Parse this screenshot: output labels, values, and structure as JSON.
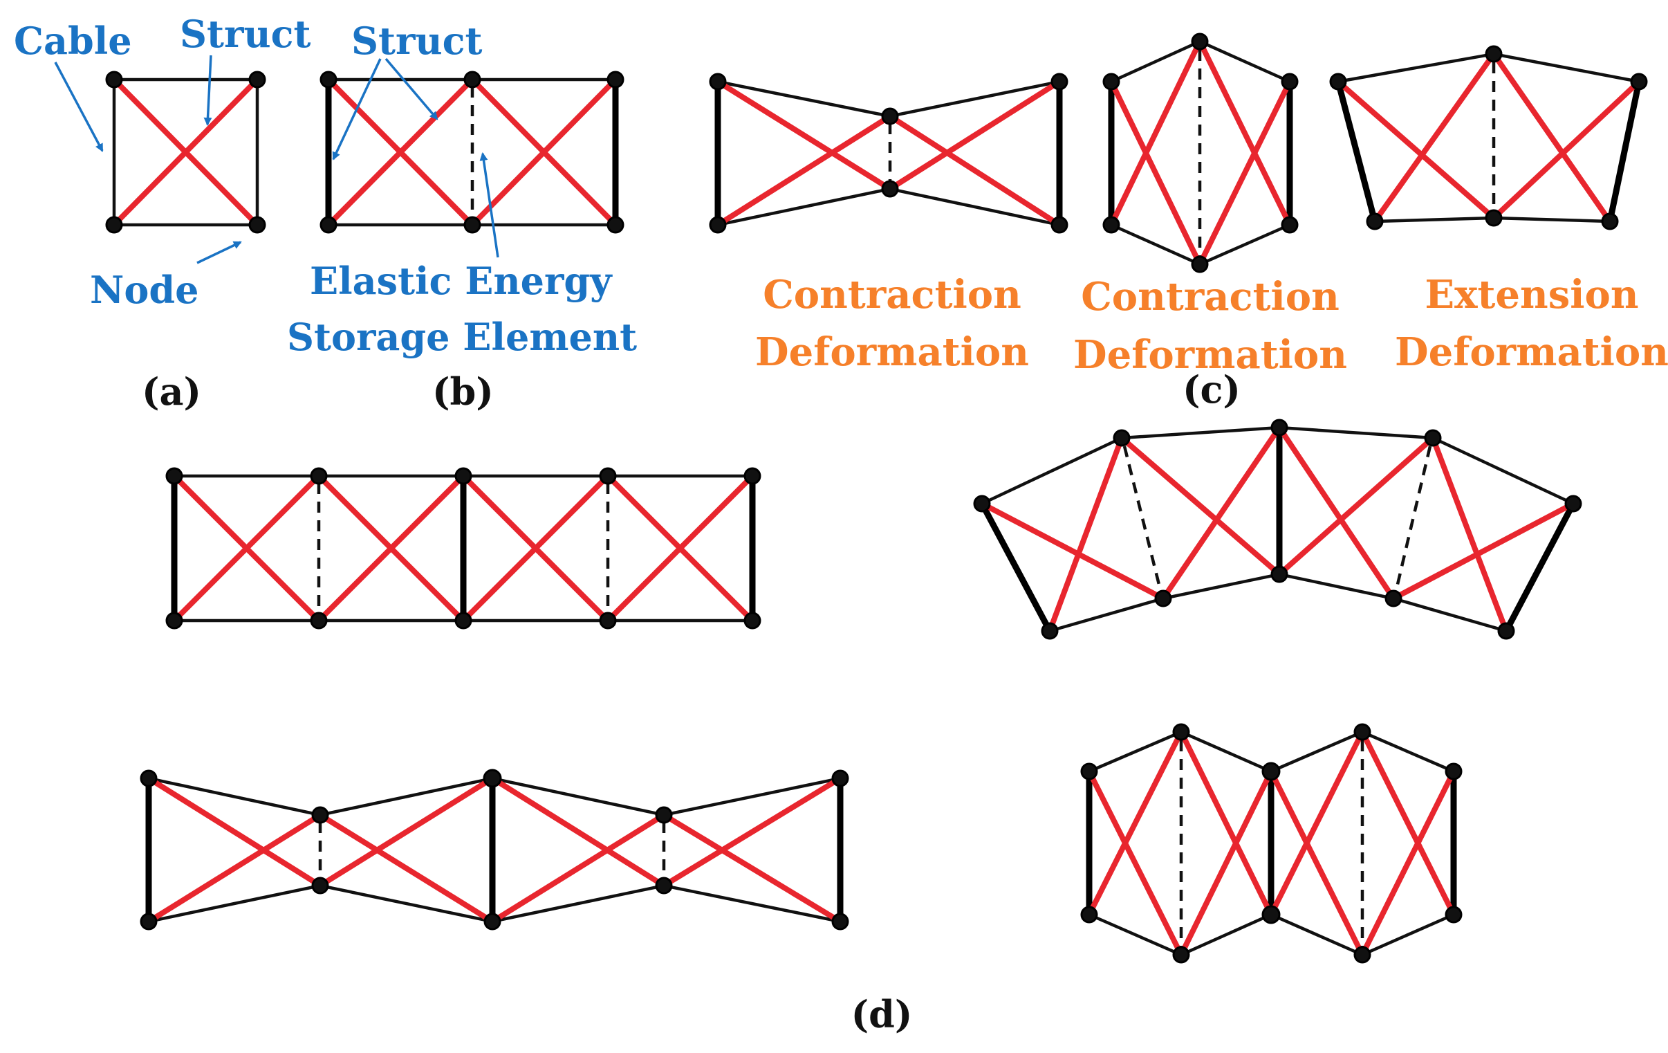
{
  "labels": {
    "cable": "Cable",
    "struct_a": "Struct",
    "node": "Node",
    "struct_b": "Struct",
    "elastic_line1": "Elastic Energy",
    "elastic_line2": "Storage Element"
  },
  "deformations": [
    {
      "line1": "Contraction",
      "line2": "Deformation"
    },
    {
      "line1": "Contraction",
      "line2": "Deformation"
    },
    {
      "line1": "Extension",
      "line2": "Deformation"
    }
  ],
  "panels": {
    "a": "(a)",
    "b": "(b)",
    "c": "(c)",
    "d": "(d)"
  },
  "colors": {
    "cable": "#111111",
    "struct": "#e8262e",
    "annotation": "#1a73c4",
    "deformation_label": "#f6802a"
  }
}
